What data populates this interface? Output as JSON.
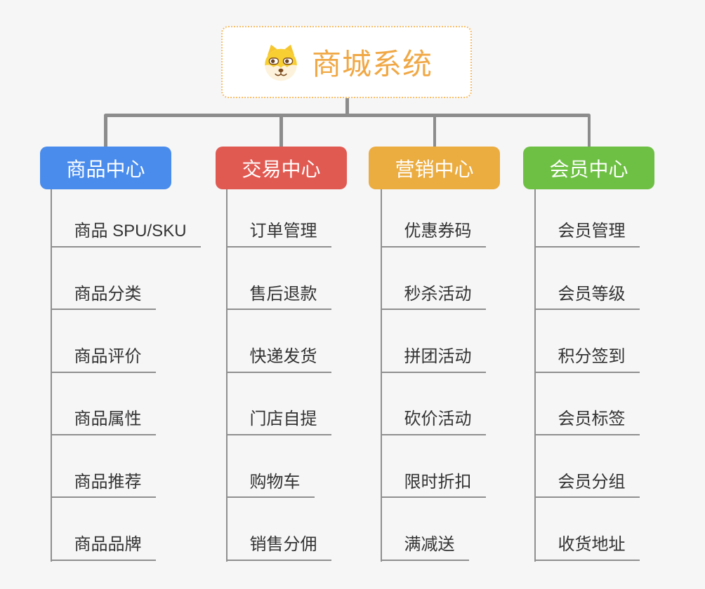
{
  "root": {
    "label": "商城系统",
    "icon": "dog-face-icon",
    "text_color": "#F0A845",
    "border_color": "#F7BD69"
  },
  "branches": [
    {
      "label": "商品中心",
      "color": "#4A8CEC",
      "leaves": [
        "商品 SPU/SKU",
        "商品分类",
        "商品评价",
        "商品属性",
        "商品推荐",
        "商品品牌"
      ]
    },
    {
      "label": "交易中心",
      "color": "#E15A52",
      "leaves": [
        "订单管理",
        "售后退款",
        "快递发货",
        "门店自提",
        "购物车",
        "销售分佣"
      ]
    },
    {
      "label": "营销中心",
      "color": "#EBAC40",
      "leaves": [
        "优惠券码",
        "秒杀活动",
        "拼团活动",
        "砍价活动",
        "限时折扣",
        "满减送"
      ]
    },
    {
      "label": "会员中心",
      "color": "#6EC044",
      "leaves": [
        "会员管理",
        "会员等级",
        "积分签到",
        "会员标签",
        "会员分组",
        "收货地址"
      ]
    }
  ],
  "colors": {
    "background": "#F6F6F7",
    "connector": "#8C8C8C",
    "leaf_line": "#8F8F8F",
    "leaf_text": "#333333"
  }
}
